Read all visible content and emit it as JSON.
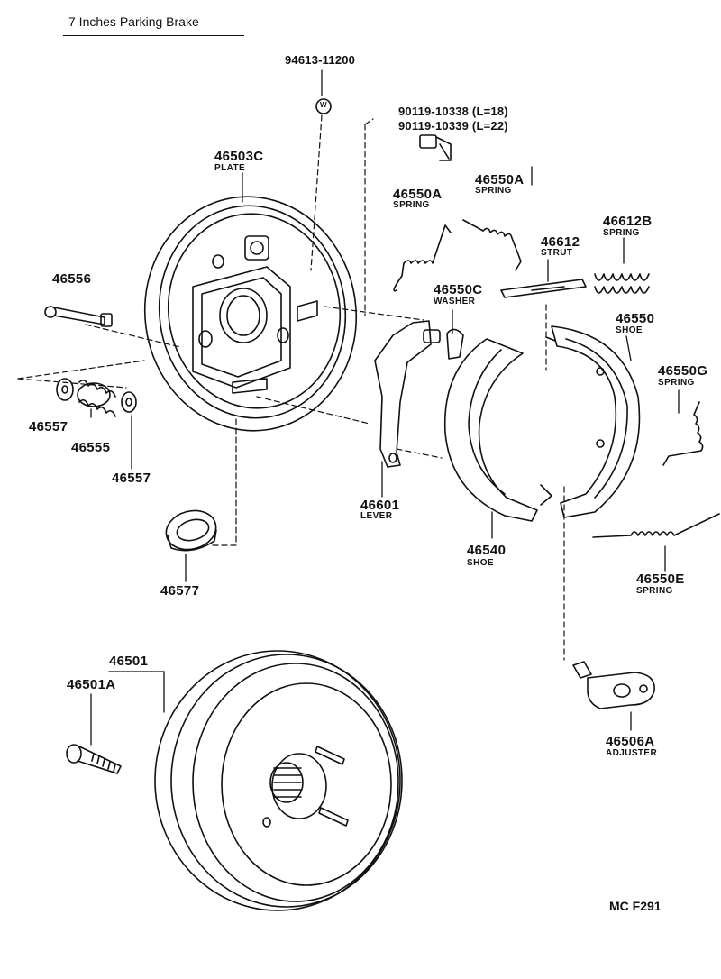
{
  "title": "7 Inches Parking Brake",
  "figure_code": "MC F291",
  "parts": {
    "p94613": {
      "number": "94613-11200"
    },
    "w_mark": {
      "text": "W"
    },
    "p90119a": {
      "number": "90119-10338 (L=18)"
    },
    "p90119b": {
      "number": "90119-10339 (L=22)"
    },
    "p46503C": {
      "number": "46503C",
      "name": "PLATE"
    },
    "p46550A_1": {
      "number": "46550A",
      "name": "SPRING"
    },
    "p46550A_2": {
      "number": "46550A",
      "name": "SPRING"
    },
    "p46612B": {
      "number": "46612B",
      "name": "SPRING"
    },
    "p46612": {
      "number": "46612",
      "name": "STRUT"
    },
    "p46556": {
      "number": "46556"
    },
    "p46550C": {
      "number": "46550C",
      "name": "WASHER"
    },
    "p46550": {
      "number": "46550",
      "name": "SHOE"
    },
    "p46550G": {
      "number": "46550G",
      "name": "SPRING"
    },
    "p46557a": {
      "number": "46557"
    },
    "p46555": {
      "number": "46555"
    },
    "p46557b": {
      "number": "46557"
    },
    "p46601": {
      "number": "46601",
      "name": "LEVER"
    },
    "p46540": {
      "number": "46540",
      "name": "SHOE"
    },
    "p46550E": {
      "number": "46550E",
      "name": "SPRING"
    },
    "p46577": {
      "number": "46577"
    },
    "p46501": {
      "number": "46501"
    },
    "p46501A": {
      "number": "46501A"
    },
    "p46506A": {
      "number": "46506A",
      "name": "ADJUSTER"
    }
  }
}
